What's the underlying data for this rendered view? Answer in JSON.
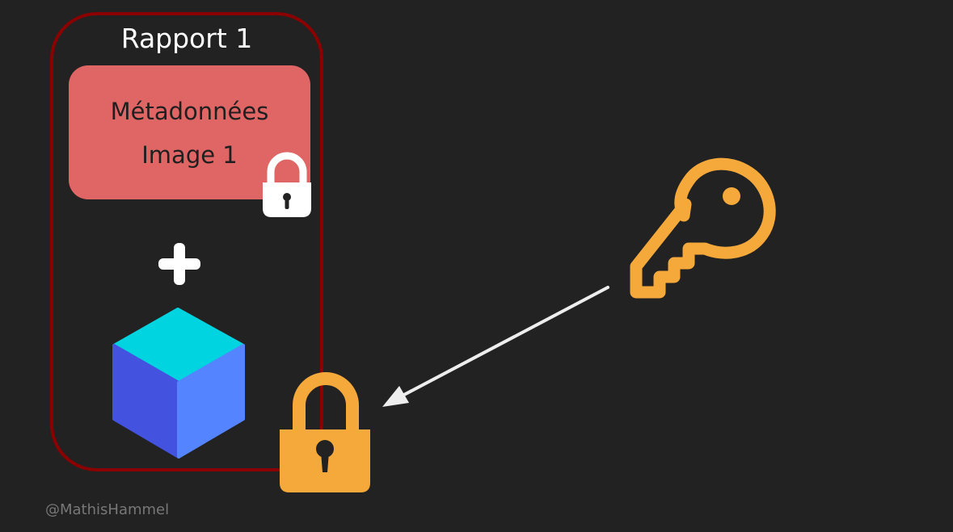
{
  "report": {
    "title": "Rapport 1"
  },
  "metadata_box": {
    "line1": "Métadonnées",
    "line2": "Image 1"
  },
  "watermark": "@MathisHammel",
  "colors": {
    "background": "#222222",
    "report_border": "#8b0000",
    "metadata_fill": "#e06666",
    "lock_orange": "#f6a93b",
    "key_orange": "#f6a93b",
    "arrow": "#eeeeee",
    "cube_top": "#00d4e0",
    "cube_left": "#4452e0",
    "cube_right": "#5484ff"
  },
  "icons": [
    "lock-icon",
    "plus-icon",
    "cube-icon",
    "key-icon",
    "arrow-icon"
  ]
}
